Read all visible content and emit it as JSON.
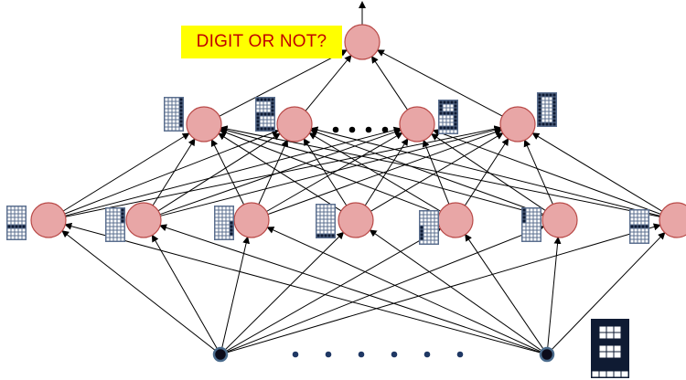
{
  "question_label": "DIGIT OR NOT?",
  "colors": {
    "node_fill": "#e8a6a6",
    "node_stroke": "#b94a48",
    "input_fill": "#0b0b1a",
    "input_stroke": "#4a6b8c",
    "edge": "#000000",
    "label_bg": "#ffff00",
    "label_text": "#c00000",
    "dot": "#1f3864",
    "glyph_on": "#0f1b33",
    "glyph_off": "#ffffff",
    "glyph_grid": "#5b6f8f"
  },
  "network": {
    "output_layer": {
      "count": 1
    },
    "hidden_layer_2": {
      "visible_nodes": 4,
      "ellipsis_dots": 4
    },
    "hidden_layer_1": {
      "visible_nodes": 7
    },
    "input_layer": {
      "visible_nodes": 2,
      "ellipsis_dots": 6
    }
  },
  "feature_glyphs": {
    "hidden_layer_1": [
      [
        [
          0,
          0,
          0,
          0,
          0
        ],
        [
          0,
          0,
          0,
          0,
          0
        ],
        [
          0,
          0,
          0,
          0,
          0
        ],
        [
          0,
          0,
          0,
          0,
          0
        ],
        [
          0,
          0,
          0,
          0,
          0
        ],
        [
          1,
          1,
          1,
          1,
          1
        ],
        [
          0,
          0,
          0,
          0,
          0
        ],
        [
          0,
          0,
          0,
          0,
          0
        ],
        [
          0,
          0,
          0,
          0,
          0
        ]
      ],
      [
        [
          0,
          0,
          0,
          0,
          1
        ],
        [
          0,
          0,
          0,
          0,
          1
        ],
        [
          0,
          0,
          0,
          0,
          1
        ],
        [
          0,
          0,
          0,
          0,
          1
        ],
        [
          0,
          0,
          0,
          0,
          0
        ],
        [
          0,
          0,
          0,
          0,
          0
        ],
        [
          0,
          0,
          0,
          0,
          0
        ],
        [
          0,
          0,
          0,
          0,
          0
        ],
        [
          0,
          0,
          0,
          0,
          0
        ]
      ],
      [
        [
          0,
          0,
          0,
          0,
          0
        ],
        [
          0,
          0,
          0,
          0,
          0
        ],
        [
          0,
          0,
          0,
          0,
          0
        ],
        [
          0,
          0,
          0,
          0,
          0
        ],
        [
          0,
          0,
          0,
          0,
          1
        ],
        [
          0,
          0,
          0,
          0,
          1
        ],
        [
          0,
          0,
          0,
          0,
          1
        ],
        [
          0,
          0,
          0,
          0,
          1
        ],
        [
          0,
          0,
          0,
          0,
          0
        ]
      ],
      [
        [
          0,
          0,
          0,
          0,
          0
        ],
        [
          0,
          0,
          0,
          0,
          0
        ],
        [
          0,
          0,
          0,
          0,
          0
        ],
        [
          0,
          0,
          0,
          0,
          0
        ],
        [
          0,
          0,
          0,
          0,
          0
        ],
        [
          0,
          0,
          0,
          0,
          0
        ],
        [
          0,
          0,
          0,
          0,
          0
        ],
        [
          0,
          0,
          0,
          0,
          0
        ],
        [
          1,
          1,
          1,
          1,
          1
        ]
      ],
      [
        [
          0,
          0,
          0,
          0,
          0
        ],
        [
          0,
          0,
          0,
          0,
          0
        ],
        [
          0,
          0,
          0,
          0,
          0
        ],
        [
          0,
          0,
          0,
          0,
          0
        ],
        [
          1,
          0,
          0,
          0,
          0
        ],
        [
          1,
          0,
          0,
          0,
          0
        ],
        [
          1,
          0,
          0,
          0,
          0
        ],
        [
          1,
          0,
          0,
          0,
          0
        ],
        [
          0,
          0,
          0,
          0,
          0
        ]
      ],
      [
        [
          1,
          0,
          0,
          0,
          0
        ],
        [
          1,
          0,
          0,
          0,
          0
        ],
        [
          1,
          0,
          0,
          0,
          0
        ],
        [
          1,
          0,
          0,
          0,
          0
        ],
        [
          0,
          0,
          0,
          0,
          0
        ],
        [
          0,
          0,
          0,
          0,
          0
        ],
        [
          0,
          0,
          0,
          0,
          0
        ],
        [
          0,
          0,
          0,
          0,
          0
        ],
        [
          0,
          0,
          0,
          0,
          0
        ]
      ],
      [
        [
          0,
          0,
          0,
          0,
          0
        ],
        [
          0,
          0,
          0,
          0,
          0
        ],
        [
          0,
          0,
          0,
          0,
          0
        ],
        [
          0,
          0,
          0,
          0,
          0
        ],
        [
          1,
          1,
          1,
          1,
          1
        ],
        [
          0,
          0,
          0,
          0,
          0
        ],
        [
          0,
          0,
          0,
          0,
          0
        ],
        [
          0,
          0,
          0,
          0,
          0
        ],
        [
          0,
          0,
          0,
          0,
          0
        ]
      ]
    ],
    "hidden_layer_2": [
      [
        [
          0,
          0,
          0,
          0,
          1
        ],
        [
          0,
          0,
          0,
          0,
          1
        ],
        [
          0,
          0,
          0,
          0,
          1
        ],
        [
          0,
          0,
          0,
          0,
          1
        ],
        [
          0,
          0,
          0,
          0,
          1
        ],
        [
          0,
          0,
          0,
          0,
          1
        ],
        [
          0,
          0,
          0,
          0,
          1
        ],
        [
          0,
          0,
          0,
          0,
          1
        ],
        [
          0,
          0,
          0,
          0,
          0
        ]
      ],
      [
        [
          1,
          1,
          1,
          1,
          1
        ],
        [
          0,
          0,
          0,
          0,
          1
        ],
        [
          0,
          0,
          0,
          0,
          1
        ],
        [
          0,
          0,
          0,
          0,
          1
        ],
        [
          1,
          1,
          1,
          1,
          1
        ],
        [
          1,
          0,
          0,
          0,
          0
        ],
        [
          1,
          0,
          0,
          0,
          0
        ],
        [
          1,
          0,
          0,
          0,
          0
        ],
        [
          1,
          1,
          1,
          1,
          1
        ]
      ],
      [
        [
          1,
          1,
          1,
          1,
          1
        ],
        [
          1,
          0,
          0,
          0,
          1
        ],
        [
          1,
          0,
          0,
          0,
          1
        ],
        [
          1,
          1,
          1,
          1,
          1
        ],
        [
          0,
          0,
          0,
          0,
          1
        ],
        [
          0,
          0,
          0,
          0,
          1
        ],
        [
          0,
          0,
          0,
          0,
          1
        ],
        [
          1,
          1,
          1,
          1,
          1
        ],
        [
          0,
          0,
          0,
          0,
          0
        ]
      ],
      [
        [
          1,
          1,
          1,
          1,
          1
        ],
        [
          1,
          0,
          0,
          0,
          1
        ],
        [
          1,
          0,
          0,
          0,
          1
        ],
        [
          1,
          0,
          0,
          0,
          1
        ],
        [
          1,
          0,
          0,
          0,
          1
        ],
        [
          1,
          0,
          0,
          0,
          1
        ],
        [
          1,
          0,
          0,
          0,
          1
        ],
        [
          1,
          0,
          0,
          0,
          1
        ],
        [
          1,
          1,
          1,
          1,
          1
        ]
      ]
    ],
    "input_digit": [
      [
        1,
        1,
        1,
        1,
        1
      ],
      [
        1,
        0,
        0,
        0,
        1
      ],
      [
        1,
        0,
        0,
        0,
        1
      ],
      [
        1,
        1,
        1,
        1,
        1
      ],
      [
        1,
        0,
        0,
        0,
        1
      ],
      [
        1,
        0,
        0,
        0,
        1
      ],
      [
        1,
        1,
        1,
        1,
        1
      ],
      [
        1,
        1,
        1,
        1,
        1
      ],
      [
        0,
        0,
        0,
        0,
        0
      ]
    ]
  }
}
